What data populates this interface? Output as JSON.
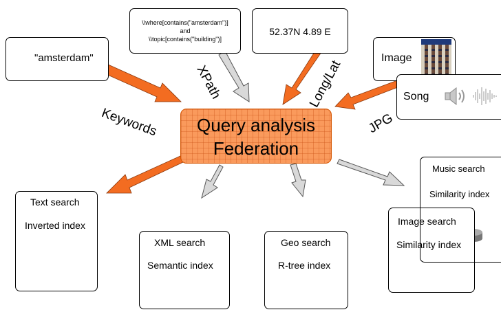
{
  "inputs": {
    "keywords_query": "\"amsterdam\"",
    "xpath_line1": "\\\\where[contains(\"amsterdam\")]",
    "xpath_line2": "and",
    "xpath_line3": "\\\\topic[contains(\"building\")]",
    "coords": "52.37N 4.89 E",
    "image_label": "Image",
    "song_label": "Song"
  },
  "edge_labels": {
    "keywords": "Keywords",
    "xpath": "XPath",
    "longlat": "Long/Lat",
    "jpg": "JPG"
  },
  "hub": {
    "line1": "Query analysis",
    "line2": "Federation"
  },
  "engines": [
    {
      "title": "Text search",
      "index": "Inverted index"
    },
    {
      "title": "XML search",
      "index": "Semantic index"
    },
    {
      "title": "Geo search",
      "index": "R-tree index"
    },
    {
      "title": "Image search",
      "index": "Similarity index"
    },
    {
      "title": "Music search",
      "index": "Similarity index"
    }
  ],
  "colors": {
    "orange_arrow": "#f36c21",
    "gray_arrow": "#d9d9d9",
    "hub_fill": "#fa9a5c",
    "database_gray": "#8c8c8c"
  },
  "icons": [
    "building-photo-icon",
    "speaker-icon",
    "waveform-icon",
    "database-icon"
  ]
}
